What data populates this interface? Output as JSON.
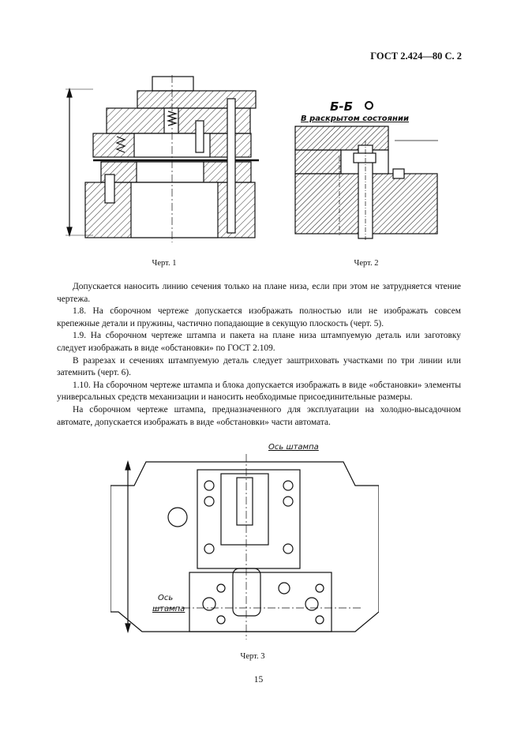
{
  "header": "ГОСТ 2.424—80 С. 2",
  "figures": {
    "fig1": {
      "caption": "Черт. 1"
    },
    "fig2": {
      "caption": "Черт. 2",
      "section_title": "Б-Б",
      "section_subtitle": "В раскрытом состоянии"
    },
    "fig3": {
      "caption": "Черт. 3",
      "label_top": "Ось штампа",
      "label_left_1": "Ось",
      "label_left_2": "штампа"
    }
  },
  "paragraphs": [
    "Допускается наносить линию сечения только на плане низа, если при этом не затрудняется чтение чертежа.",
    "1.8. На сборочном чертеже допускается изображать полностью или не изображать совсем крепежные детали и пружины, частично попадающие в секущую плоскость (черт. 5).",
    "1.9. На сборочном чертеже штампа и пакета на плане низа штампуемую деталь или заготовку следует изображать в виде «обстановки» по ГОСТ 2.109.",
    "В разрезах и сечениях штампуемую деталь следует заштриховать участками по три линии или затемнить (черт. 6).",
    "1.10. На сборочном чертеже штампа и блока допускается изображать в виде «обстановки» элементы универсальных средств механизации и наносить необходимые присоединительные размеры.",
    "На сборочном чертеже штампа, предназначенного для эксплуатации на холодно-высадочном автомате, допускается изображать в виде «обстановки» части автомата."
  ],
  "page_number": "15"
}
